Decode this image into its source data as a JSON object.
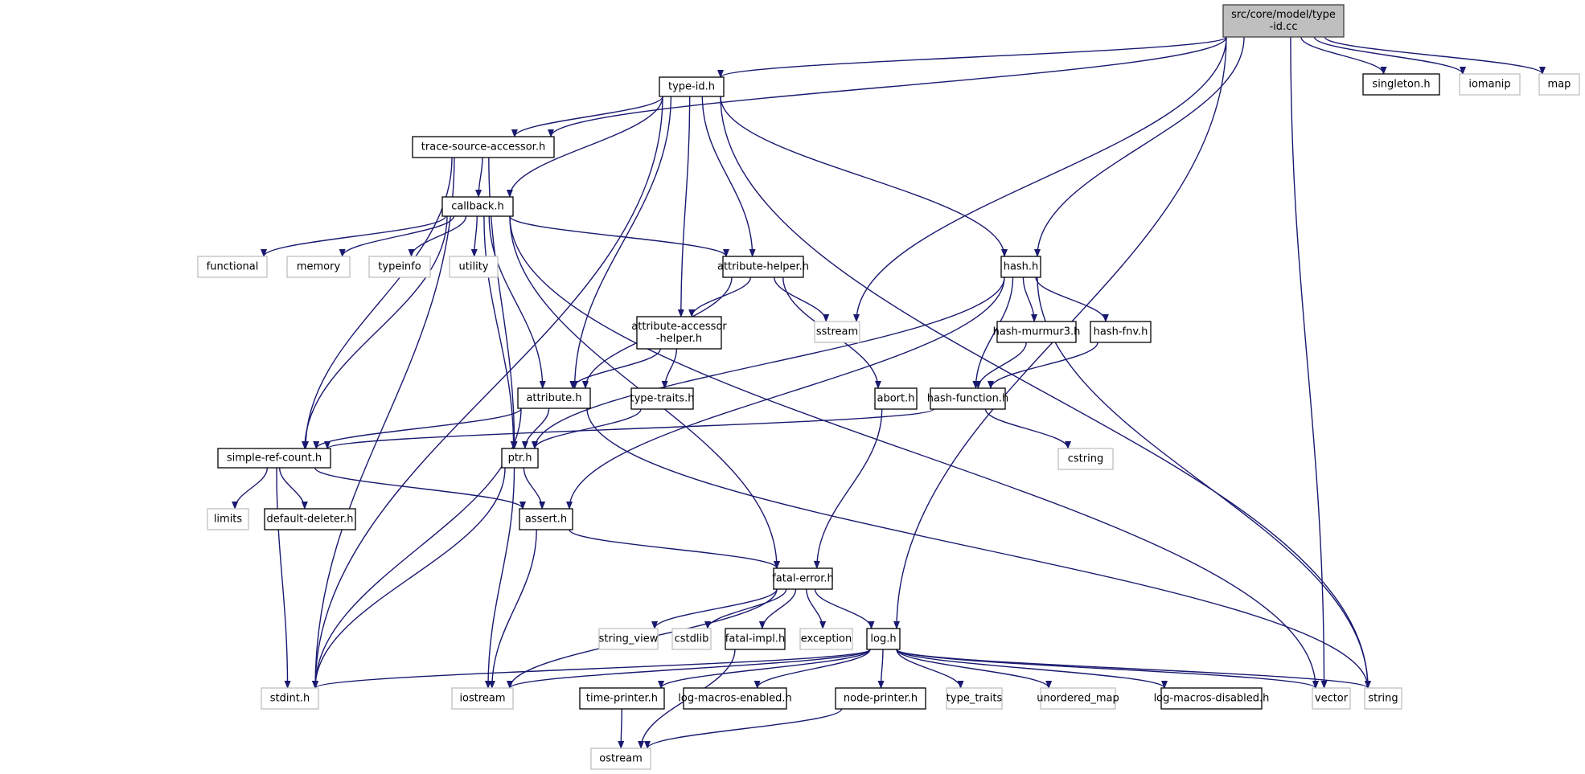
{
  "diagram": {
    "title": "src/core/model/type-id.cc include dependency graph",
    "colors": {
      "edge": "#191970",
      "local_border": "#000000",
      "system_border": "#bfbfbf",
      "root_fill": "#bfbfbf"
    },
    "nodes": [
      {
        "id": "type-id-cc",
        "kind": "root",
        "lines": [
          "src/core/model/type",
          "-id.cc"
        ]
      },
      {
        "id": "type-id-h",
        "kind": "local",
        "lines": [
          "type-id.h"
        ]
      },
      {
        "id": "singleton-h",
        "kind": "local",
        "lines": [
          "singleton.h"
        ]
      },
      {
        "id": "iomanip",
        "kind": "sys",
        "lines": [
          "iomanip"
        ]
      },
      {
        "id": "map",
        "kind": "sys",
        "lines": [
          "map"
        ]
      },
      {
        "id": "trace-source-accessor-h",
        "kind": "local",
        "lines": [
          "trace-source-accessor.h"
        ]
      },
      {
        "id": "callback-h",
        "kind": "local",
        "lines": [
          "callback.h"
        ]
      },
      {
        "id": "functional",
        "kind": "sys",
        "lines": [
          "functional"
        ]
      },
      {
        "id": "memory",
        "kind": "sys",
        "lines": [
          "memory"
        ]
      },
      {
        "id": "typeinfo",
        "kind": "sys",
        "lines": [
          "typeinfo"
        ]
      },
      {
        "id": "utility",
        "kind": "sys",
        "lines": [
          "utility"
        ]
      },
      {
        "id": "attribute-helper-h",
        "kind": "local",
        "lines": [
          "attribute-helper.h"
        ]
      },
      {
        "id": "sstream",
        "kind": "sys",
        "lines": [
          "sstream"
        ]
      },
      {
        "id": "hash-h",
        "kind": "local",
        "lines": [
          "hash.h"
        ]
      },
      {
        "id": "attribute-accessor-helper-h",
        "kind": "local",
        "lines": [
          "attribute-accessor",
          "-helper.h"
        ]
      },
      {
        "id": "hash-murmur3-h",
        "kind": "local",
        "lines": [
          "hash-murmur3.h"
        ]
      },
      {
        "id": "hash-fnv-h",
        "kind": "local",
        "lines": [
          "hash-fnv.h"
        ]
      },
      {
        "id": "attribute-h",
        "kind": "local",
        "lines": [
          "attribute.h"
        ]
      },
      {
        "id": "type-traits-h",
        "kind": "local",
        "lines": [
          "type-traits.h"
        ]
      },
      {
        "id": "abort-h",
        "kind": "local",
        "lines": [
          "abort.h"
        ]
      },
      {
        "id": "hash-function-h",
        "kind": "local",
        "lines": [
          "hash-function.h"
        ]
      },
      {
        "id": "simple-ref-count-h",
        "kind": "local",
        "lines": [
          "simple-ref-count.h"
        ]
      },
      {
        "id": "ptr-h",
        "kind": "local",
        "lines": [
          "ptr.h"
        ]
      },
      {
        "id": "cstring",
        "kind": "sys",
        "lines": [
          "cstring"
        ]
      },
      {
        "id": "limits",
        "kind": "sys",
        "lines": [
          "limits"
        ]
      },
      {
        "id": "default-deleter-h",
        "kind": "local",
        "lines": [
          "default-deleter.h"
        ]
      },
      {
        "id": "assert-h",
        "kind": "local",
        "lines": [
          "assert.h"
        ]
      },
      {
        "id": "fatal-error-h",
        "kind": "local",
        "lines": [
          "fatal-error.h"
        ]
      },
      {
        "id": "string_view",
        "kind": "sys",
        "lines": [
          "string_view"
        ]
      },
      {
        "id": "cstdlib",
        "kind": "sys",
        "lines": [
          "cstdlib"
        ]
      },
      {
        "id": "fatal-impl-h",
        "kind": "local",
        "lines": [
          "fatal-impl.h"
        ]
      },
      {
        "id": "exception",
        "kind": "sys",
        "lines": [
          "exception"
        ]
      },
      {
        "id": "log-h",
        "kind": "local",
        "lines": [
          "log.h"
        ]
      },
      {
        "id": "stdint-h",
        "kind": "sys",
        "lines": [
          "stdint.h"
        ]
      },
      {
        "id": "iostream",
        "kind": "sys",
        "lines": [
          "iostream"
        ]
      },
      {
        "id": "time-printer-h",
        "kind": "local",
        "lines": [
          "time-printer.h"
        ]
      },
      {
        "id": "log-macros-enabled-h",
        "kind": "local",
        "lines": [
          "log-macros-enabled.h"
        ]
      },
      {
        "id": "node-printer-h",
        "kind": "local",
        "lines": [
          "node-printer.h"
        ]
      },
      {
        "id": "type_traits",
        "kind": "sys",
        "lines": [
          "type_traits"
        ]
      },
      {
        "id": "unordered_map",
        "kind": "sys",
        "lines": [
          "unordered_map"
        ]
      },
      {
        "id": "log-macros-disabled-h",
        "kind": "local",
        "lines": [
          "log-macros-disabled.h"
        ]
      },
      {
        "id": "vector",
        "kind": "sys",
        "lines": [
          "vector"
        ]
      },
      {
        "id": "string",
        "kind": "sys",
        "lines": [
          "string"
        ]
      },
      {
        "id": "ostream",
        "kind": "sys",
        "lines": [
          "ostream"
        ]
      }
    ],
    "edges": [
      [
        "type-id-cc",
        "type-id-h"
      ],
      [
        "type-id-cc",
        "singleton-h"
      ],
      [
        "type-id-cc",
        "iomanip"
      ],
      [
        "type-id-cc",
        "map"
      ],
      [
        "type-id-cc",
        "trace-source-accessor-h"
      ],
      [
        "type-id-cc",
        "sstream"
      ],
      [
        "type-id-cc",
        "hash-h"
      ],
      [
        "type-id-cc",
        "log-h"
      ],
      [
        "type-id-cc",
        "vector"
      ],
      [
        "type-id-h",
        "trace-source-accessor-h"
      ],
      [
        "type-id-h",
        "callback-h"
      ],
      [
        "type-id-h",
        "attribute-h"
      ],
      [
        "type-id-h",
        "attribute-accessor-helper-h"
      ],
      [
        "type-id-h",
        "attribute-helper-h"
      ],
      [
        "type-id-h",
        "hash-h"
      ],
      [
        "type-id-h",
        "string"
      ],
      [
        "type-id-h",
        "stdint-h"
      ],
      [
        "trace-source-accessor-h",
        "callback-h"
      ],
      [
        "trace-source-accessor-h",
        "ptr-h"
      ],
      [
        "trace-source-accessor-h",
        "simple-ref-count-h"
      ],
      [
        "trace-source-accessor-h",
        "stdint-h"
      ],
      [
        "callback-h",
        "functional"
      ],
      [
        "callback-h",
        "memory"
      ],
      [
        "callback-h",
        "typeinfo"
      ],
      [
        "callback-h",
        "utility"
      ],
      [
        "callback-h",
        "attribute-helper-h"
      ],
      [
        "callback-h",
        "attribute-h"
      ],
      [
        "callback-h",
        "simple-ref-count-h"
      ],
      [
        "callback-h",
        "ptr-h"
      ],
      [
        "callback-h",
        "fatal-error-h"
      ],
      [
        "callback-h",
        "vector"
      ],
      [
        "attribute-helper-h",
        "attribute-accessor-helper-h"
      ],
      [
        "attribute-helper-h",
        "sstream"
      ],
      [
        "attribute-helper-h",
        "attribute-h"
      ],
      [
        "attribute-helper-h",
        "abort-h"
      ],
      [
        "attribute-accessor-helper-h",
        "attribute-h"
      ],
      [
        "attribute-accessor-helper-h",
        "type-traits-h"
      ],
      [
        "hash-h",
        "hash-murmur3-h"
      ],
      [
        "hash-h",
        "hash-fnv-h"
      ],
      [
        "hash-h",
        "hash-function-h"
      ],
      [
        "hash-h",
        "ptr-h"
      ],
      [
        "hash-h",
        "assert-h"
      ],
      [
        "hash-h",
        "string"
      ],
      [
        "hash-murmur3-h",
        "hash-function-h"
      ],
      [
        "hash-fnv-h",
        "hash-function-h"
      ],
      [
        "hash-function-h",
        "cstring"
      ],
      [
        "hash-function-h",
        "simple-ref-count-h"
      ],
      [
        "type-traits-h",
        "ptr-h"
      ],
      [
        "attribute-h",
        "ptr-h"
      ],
      [
        "attribute-h",
        "simple-ref-count-h"
      ],
      [
        "attribute-h",
        "string"
      ],
      [
        "attribute-h",
        "stdint-h"
      ],
      [
        "abort-h",
        "fatal-error-h"
      ],
      [
        "simple-ref-count-h",
        "limits"
      ],
      [
        "simple-ref-count-h",
        "default-deleter-h"
      ],
      [
        "simple-ref-count-h",
        "assert-h"
      ],
      [
        "simple-ref-count-h",
        "stdint-h"
      ],
      [
        "ptr-h",
        "assert-h"
      ],
      [
        "ptr-h",
        "iostream"
      ],
      [
        "ptr-h",
        "stdint-h"
      ],
      [
        "assert-h",
        "fatal-error-h"
      ],
      [
        "assert-h",
        "iostream"
      ],
      [
        "fatal-error-h",
        "string_view"
      ],
      [
        "fatal-error-h",
        "cstdlib"
      ],
      [
        "fatal-error-h",
        "fatal-impl-h"
      ],
      [
        "fatal-error-h",
        "exception"
      ],
      [
        "fatal-error-h",
        "log-h"
      ],
      [
        "fatal-error-h",
        "iostream"
      ],
      [
        "fatal-impl-h",
        "ostream"
      ],
      [
        "log-h",
        "stdint-h"
      ],
      [
        "log-h",
        "iostream"
      ],
      [
        "log-h",
        "time-printer-h"
      ],
      [
        "log-h",
        "log-macros-enabled-h"
      ],
      [
        "log-h",
        "node-printer-h"
      ],
      [
        "log-h",
        "type_traits"
      ],
      [
        "log-h",
        "unordered_map"
      ],
      [
        "log-h",
        "log-macros-disabled-h"
      ],
      [
        "log-h",
        "vector"
      ],
      [
        "log-h",
        "string"
      ],
      [
        "time-printer-h",
        "ostream"
      ],
      [
        "node-printer-h",
        "ostream"
      ]
    ]
  }
}
